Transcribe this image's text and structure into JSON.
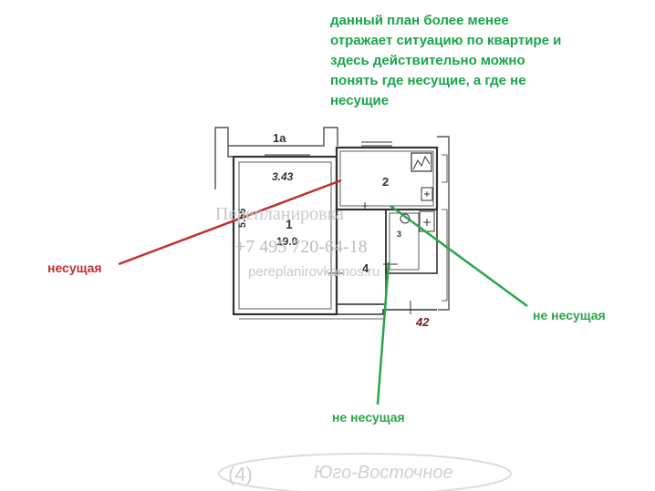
{
  "note": {
    "lines": [
      "данный план более менее",
      "отражает ситуацию по квартире и",
      "здесь действительно можно",
      "понять где несущие, а где не",
      "несущие"
    ]
  },
  "labels": {
    "load_bearing": "несущая",
    "non_load_bearing_right": "не несущая",
    "non_load_bearing_bottom": "не несущая"
  },
  "plan": {
    "balcony": "1а",
    "room1_width": "3.43",
    "room1_length": "5.55",
    "room1_number": "1",
    "room1_area": "19.0",
    "room2_number": "2",
    "room3_number": "3",
    "room4_number": "4",
    "apartment_number": "42"
  },
  "watermark": {
    "title": "Перепланировка",
    "phone": "+7 495 720-64-18",
    "site": "pereplanirovkamos.ru"
  },
  "stamp": {
    "number": "(4)",
    "text": "Юго-Восточное"
  },
  "colors": {
    "note_green": "#19a54a",
    "red_line": "#c0302f",
    "green_line": "#2aa54a",
    "wall": "#333333"
  }
}
